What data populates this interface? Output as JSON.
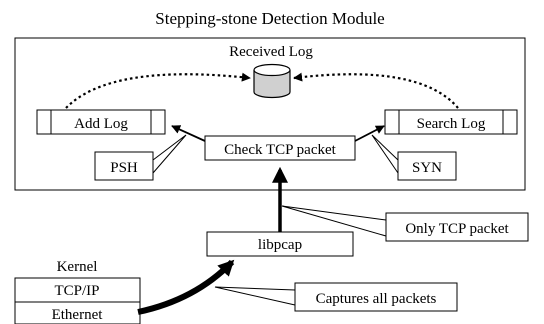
{
  "title": "Stepping-stone Detection Module",
  "database": {
    "label": "Received Log"
  },
  "boxes": {
    "add_log": "Add Log",
    "search_log": "Search Log",
    "check_tcp": "Check TCP packet",
    "psh": "PSH",
    "syn": "SYN",
    "libpcap": "libpcap",
    "only_tcp": "Only TCP packet",
    "captures_all": "Captures all packets"
  },
  "kernel": {
    "label": "Kernel",
    "layers": [
      "TCP/IP",
      "Ethernet"
    ]
  }
}
